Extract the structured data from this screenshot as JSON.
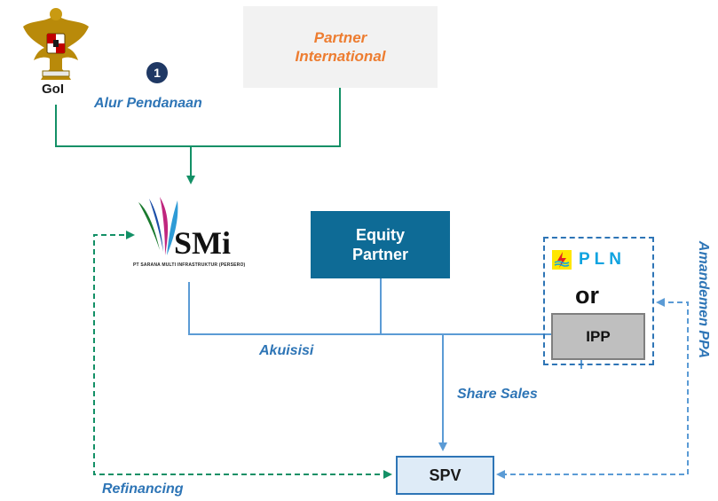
{
  "actors": {
    "gol_label": "GoI",
    "partner_international": [
      "Partner",
      "International"
    ],
    "equity_partner": [
      "Equity",
      "Partner"
    ],
    "smi_logo_text": "SMi",
    "smi_subtext": "PT SARANA MULTI INFRASTRUKTUR (PERSERO)",
    "pln_text": "PLN",
    "or_text": "or",
    "ipp_label": "IPP",
    "spv_label": "SPV"
  },
  "flows": {
    "step_number": "1",
    "alur_pendanaan": "Alur Pendanaan",
    "akuisisi": "Akuisisi",
    "share_sales": "Share Sales",
    "refinancing": "Refinancing",
    "amandemen_ppa": "Amandemen PPA"
  },
  "colors": {
    "funding_line": "#139066",
    "acquisition_line": "#5b9bd5",
    "label_blue": "#2e75b6",
    "partner_orange": "#ed7d31",
    "equity_box": "#0e6b96",
    "spv_fill": "#deebf7"
  },
  "icons": {
    "goi_emblem": "garuda-emblem-icon",
    "smi_logo": "smi-logo",
    "pln_logo": "pln-logo"
  }
}
